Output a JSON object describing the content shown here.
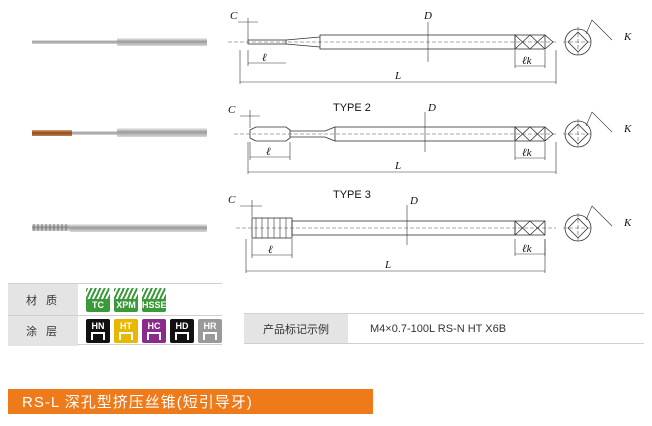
{
  "diagrams": {
    "row1": {
      "type_label": "",
      "labels": {
        "c": "C",
        "d": "D",
        "l": "ℓ",
        "L": "L",
        "lk": "ℓk",
        "K": "K"
      }
    },
    "row2": {
      "type_label": "TYPE 2",
      "labels": {
        "c": "C",
        "d": "D",
        "l": "ℓ",
        "L": "L",
        "lk": "ℓk",
        "K": "K"
      }
    },
    "row3": {
      "type_label": "TYPE 3",
      "labels": {
        "c": "C",
        "d": "D",
        "l": "ℓ",
        "L": "L",
        "lk": "ℓk",
        "K": "K"
      }
    }
  },
  "spec_table": {
    "material_label": "材 质",
    "coating_label": "涂 层",
    "materials": [
      {
        "code": "TC",
        "color": "#3a9a3a"
      },
      {
        "code": "XPM",
        "color": "#3a9a3a"
      },
      {
        "code": "HSSE",
        "color": "#3a9a3a"
      }
    ],
    "coatings": [
      {
        "code": "HN",
        "color": "#111111"
      },
      {
        "code": "HT",
        "color": "#e8b800"
      },
      {
        "code": "HC",
        "color": "#8a2a8a"
      },
      {
        "code": "HD",
        "color": "#111111"
      },
      {
        "code": "HR",
        "color": "#9a9a9a"
      }
    ]
  },
  "example": {
    "label": "产品标记示例",
    "value": "M4×0.7-100L RS-N HT X6B"
  },
  "product_title": "RS-L 深孔型挤压丝锥(短引导牙)",
  "colors": {
    "accent": "#ee7a1a",
    "header_bg": "#e4e4e4"
  }
}
